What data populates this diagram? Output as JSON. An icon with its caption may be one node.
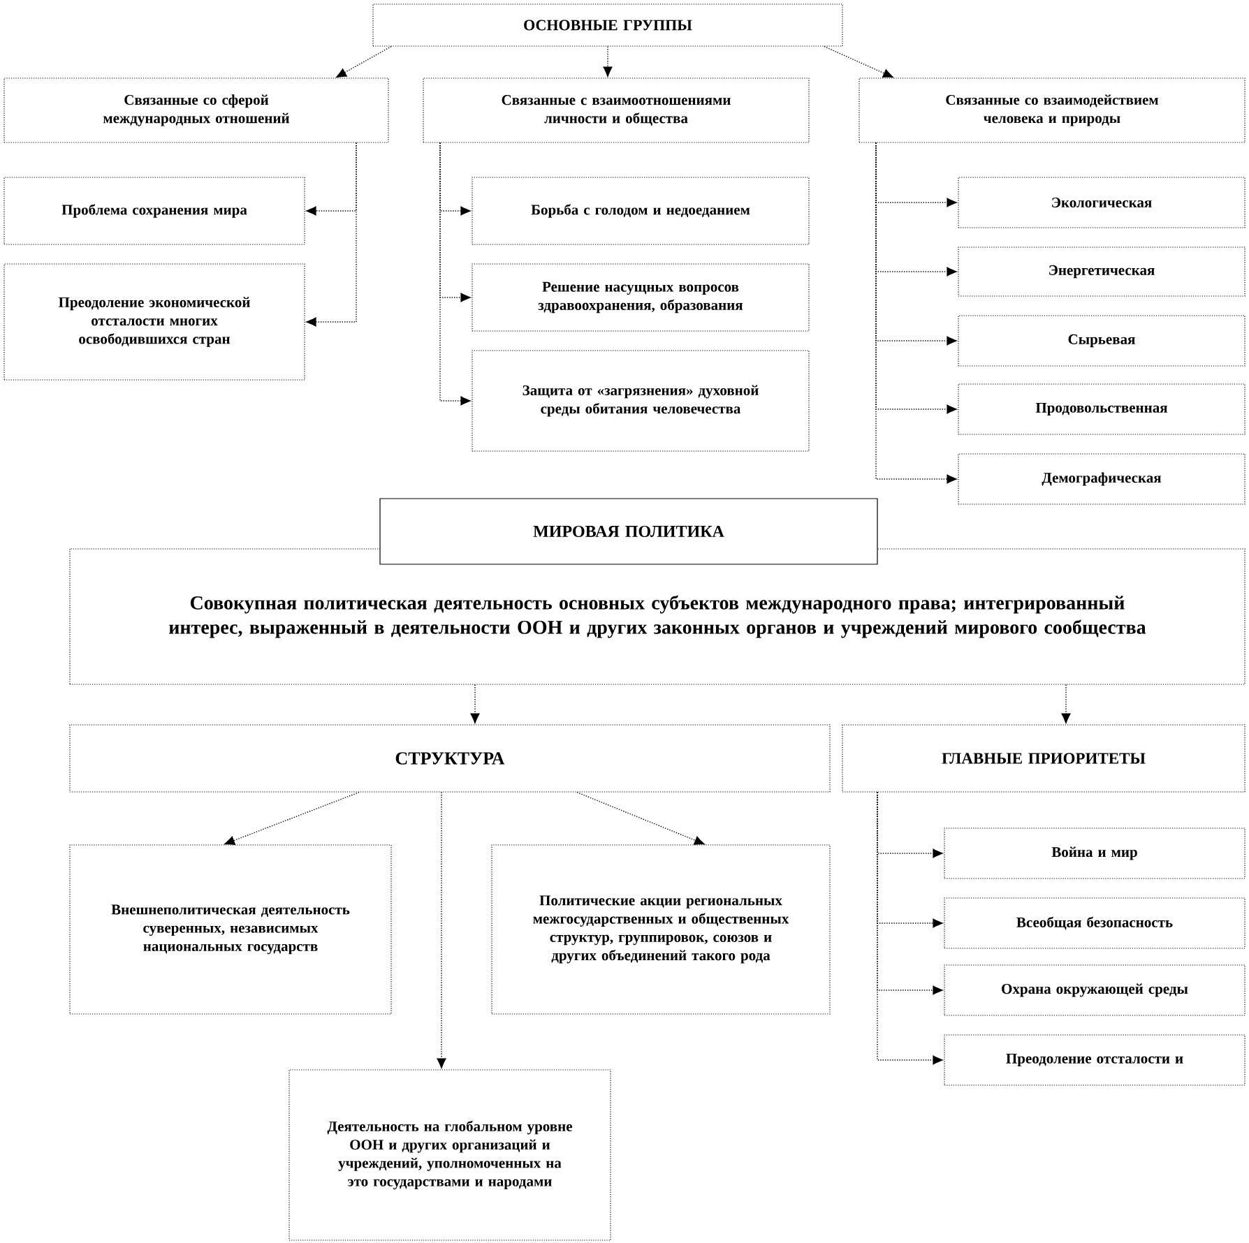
{
  "diagram": {
    "nodes": [
      {
        "text": [
          "ОСНОВНЫЕ ГРУППЫ"
        ]
      },
      {
        "text": [
          "Связанные со сферой международных отношений"
        ]
      },
      {
        "text": [
          "Связанные с взаимоотношениями личности и общества"
        ]
      },
      {
        "text": [
          "Связанные со взаимодействием человека и природы"
        ]
      },
      {
        "text": [
          "Проблема сохранения мира"
        ]
      },
      {
        "text": [
          "Преодоление экономической отсталости многих освободившихся стран"
        ]
      },
      {
        "text": [
          "Борьба с голодом и недоеданием"
        ]
      },
      {
        "text": [
          "Решение насущных вопросов здравоохранения, образования"
        ]
      },
      {
        "text": [
          "Защита от «загрязнения» духовной среды обитания человечества"
        ]
      },
      {
        "text": [
          "Экологическая"
        ]
      },
      {
        "text": [
          "Энергетическая"
        ]
      },
      {
        "text": [
          "Сырьевая"
        ]
      },
      {
        "text": [
          "Продовольственная"
        ]
      },
      {
        "text": [
          "Демографическая"
        ]
      },
      {
        "text": [
          "МИРОВАЯ ПОЛИТИКА"
        ]
      },
      {
        "text": [
          "Совокупная политическая деятельность основных субъектов международного права; интегрированный интерес, выраженный в деятельности ООН и других законных органов и учреждений мирового сообщества"
        ]
      },
      {
        "text": [
          "СТРУКТУРА"
        ]
      },
      {
        "text": [
          "ГЛАВНЫЕ ПРИОРИТЕТЫ"
        ]
      },
      {
        "text": [
          "Внешнеполитическая деятельность суверенных, независимых национальных государств"
        ]
      },
      {
        "text": [
          "Политические акции региональных межгосударственных и общественных структур, группировок, союзов и других объединений такого рода"
        ]
      },
      {
        "text": [
          "Деятельность на глобальном уровне ООН и других организаций и учреждений, уполномоченных на это государствами и народами"
        ]
      },
      {
        "text": [
          "Война и мир"
        ]
      },
      {
        "text": [
          "Всеобщая  безопасность"
        ]
      },
      {
        "text": [
          "Охрана окружающей  среды"
        ]
      },
      {
        "text": [
          "Преодоление отсталости и"
        ]
      }
    ],
    "edges": [
      {
        "from": 0,
        "to": 1,
        "arrow": "to"
      },
      {
        "from": 0,
        "to": 2,
        "arrow": "to"
      },
      {
        "from": 0,
        "to": 3,
        "arrow": "to"
      },
      {
        "from": 1,
        "to": 4,
        "arrow": "to"
      },
      {
        "from": 1,
        "to": 5,
        "arrow": "to"
      },
      {
        "from": 2,
        "to": 6,
        "arrow": "to"
      },
      {
        "from": 2,
        "to": 7,
        "arrow": "to"
      },
      {
        "from": 2,
        "to": 8,
        "arrow": "to"
      },
      {
        "from": 3,
        "to": 9,
        "arrow": "to"
      },
      {
        "from": 3,
        "to": 10,
        "arrow": "to"
      },
      {
        "from": 3,
        "to": 11,
        "arrow": "to"
      },
      {
        "from": 3,
        "to": 12,
        "arrow": "to"
      },
      {
        "from": 3,
        "to": 13,
        "arrow": "to"
      },
      {
        "from": 15,
        "to": 16,
        "arrow": "to"
      },
      {
        "from": 15,
        "to": 17,
        "arrow": "to"
      },
      {
        "from": 16,
        "to": 18,
        "arrow": "to"
      },
      {
        "from": 16,
        "to": 19,
        "arrow": "to"
      },
      {
        "from": 16,
        "to": 20,
        "arrow": "to"
      },
      {
        "from": 17,
        "to": 21,
        "arrow": "to"
      },
      {
        "from": 17,
        "to": 22,
        "arrow": "to"
      },
      {
        "from": 17,
        "to": 23,
        "arrow": "to"
      },
      {
        "from": 17,
        "to": 24,
        "arrow": "to"
      }
    ]
  }
}
